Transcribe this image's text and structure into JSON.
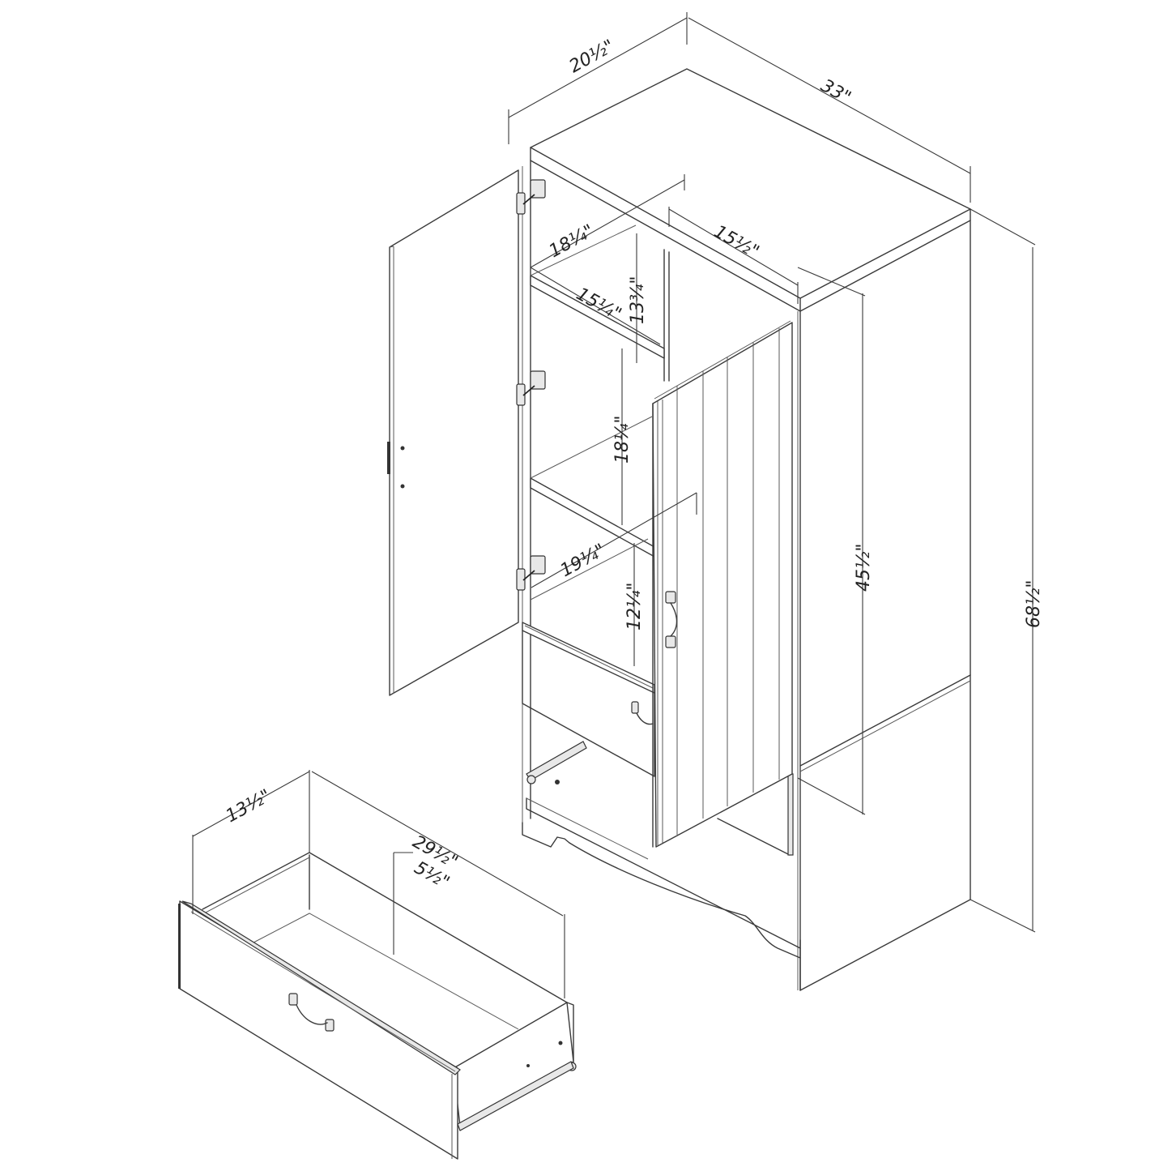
{
  "diagram": {
    "subject": "Armoire with doors and drawer — dimension drawing",
    "line_color": "#3a3a3a",
    "background": "#ffffff"
  },
  "dimensions": {
    "overall_depth": "20½\"",
    "overall_width": "33\"",
    "overall_height": "68½\"",
    "door_opening_height": "45½\"",
    "upper_shelf_depth": "18¼\"",
    "upper_shelf_width": "15¼\"",
    "upper_compartment_height": "13¾\"",
    "right_compartment_width": "15½\"",
    "middle_compartment_height": "18¼\"",
    "lower_shelf_depth": "19¼\"",
    "lower_compartment_height": "12¼\"",
    "drawer_depth": "13½\"",
    "drawer_width": "29½\"",
    "drawer_height": "5½\""
  }
}
